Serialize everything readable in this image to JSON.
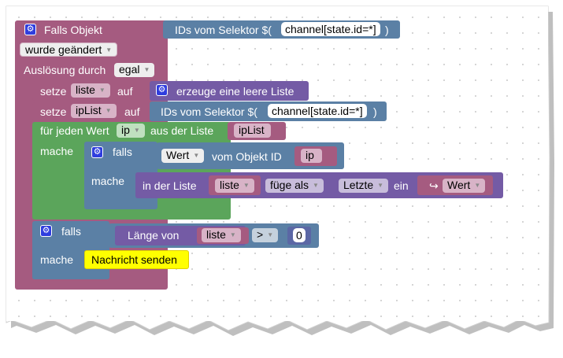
{
  "trigger": {
    "title": "Falls Objekt",
    "changed": "wurde geändert",
    "trigger_label": "Auslösung durch",
    "trigger_value": "egal"
  },
  "selector1": {
    "label": "IDs vom Selektor $(",
    "value": "channel[state.id=*]",
    "close": ")"
  },
  "set_liste": {
    "label": "setze",
    "var": "liste",
    "on": "auf",
    "create": "erzeuge eine leere Liste"
  },
  "set_iplist": {
    "label": "setze",
    "var": "ipList",
    "on": "auf"
  },
  "selector2": {
    "label": "IDs vom Selektor $(",
    "value": "channel[state.id=*]",
    "close": ")"
  },
  "foreach": {
    "label": "für jeden Wert",
    "var": "ip",
    "from": "aus der Liste",
    "list": "ipList",
    "do": "mache"
  },
  "if1": {
    "label": "falls",
    "do": "mache"
  },
  "getval": {
    "attr": "Wert",
    "label": "vom Objekt ID",
    "var": "ip"
  },
  "listinsert": {
    "label": "in der Liste",
    "list": "liste",
    "mode": "füge als",
    "pos": "Letzte",
    "in": "ein",
    "value": "Wert",
    "arrow": "↪"
  },
  "if2": {
    "label": "falls",
    "do": "mache"
  },
  "length": {
    "label": "Länge von",
    "list": "liste",
    "op": ">",
    "num": "0"
  },
  "message": {
    "label": "Nachricht senden"
  },
  "icons": {
    "gear": "gear-icon",
    "arrow": "dropdown-arrow-icon"
  },
  "colors": {
    "trigger": "#a55b80",
    "selector": "#5b80a5",
    "variable": "#a55b80",
    "list": "#745ba5",
    "loop": "#5ba55b",
    "logic": "#5b80a5",
    "message": "#ffff00"
  }
}
